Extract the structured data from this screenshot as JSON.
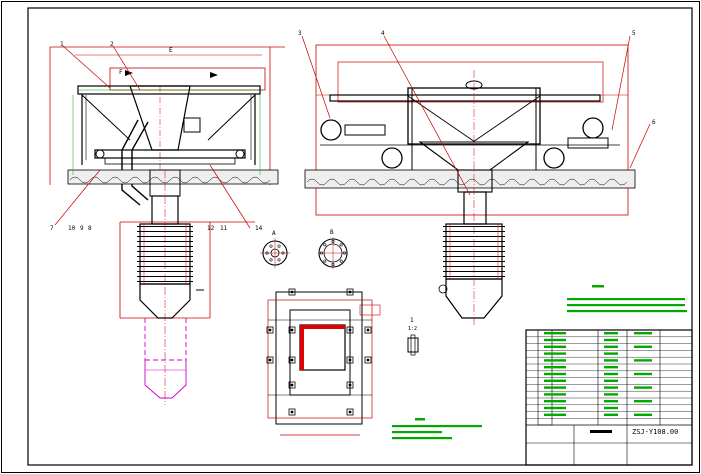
{
  "part_callouts": {
    "front": [
      "1",
      "2",
      "F",
      "E",
      "7",
      "10",
      "9",
      "8",
      "12",
      "11",
      "14"
    ],
    "side": [
      "3",
      "4",
      "5",
      "6"
    ]
  },
  "detail_labels": {
    "circle_a": "A",
    "circle_b": "B",
    "small_detail": "1",
    "small_scale": "1:2"
  },
  "title_block": {
    "drawing_no": "ZSJ-Y108.00"
  },
  "colors": {
    "outline": "#cc0000",
    "part": "#000000",
    "dimension": "#00aa00",
    "hidden": "#cc00cc",
    "fill_red": "#e00000"
  }
}
